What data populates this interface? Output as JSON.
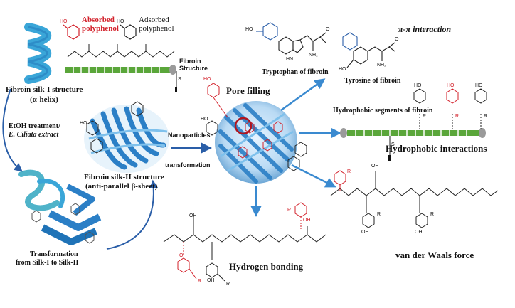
{
  "legend": {
    "absorbed": "Absorbed polyphenol",
    "adsorbed": "Adsorbed polyphenol"
  },
  "fibroin_structure": "Fibroin Structure",
  "silk1": "Fibroin silk-I structure",
  "silk1_sub": "(α-helix)",
  "treatment_1": "EtOH treatment/",
  "treatment_2": "E. Ciliata extract",
  "silk2": "Fibroin silk-II structure",
  "silk2_sub": "(anti-parallel β-sheet)",
  "transformation_1": "Transformation",
  "transformation_2": "from Silk-I to Silk-II",
  "nano_1": "Nanoparticles",
  "nano_2": "transformation",
  "pore_filling": "Pore filling",
  "tryptophan": "Tryptophan of fibroin",
  "tyrosine": "Tyrosine of fibroin",
  "pipi": "π-π interaction",
  "hydrophobic_segments": "Hydrophobic segments of fibroin",
  "hydrophobic_interactions": "Hydrophobic interactions",
  "hydrogen_bonding": "Hydrogen bonding",
  "vdw": "van der Waals force",
  "atoms": {
    "ho": "HO",
    "oh": "OH",
    "nh": "HN",
    "nh2": "NH₂",
    "o": "O",
    "r": "R",
    "s": "S"
  }
}
